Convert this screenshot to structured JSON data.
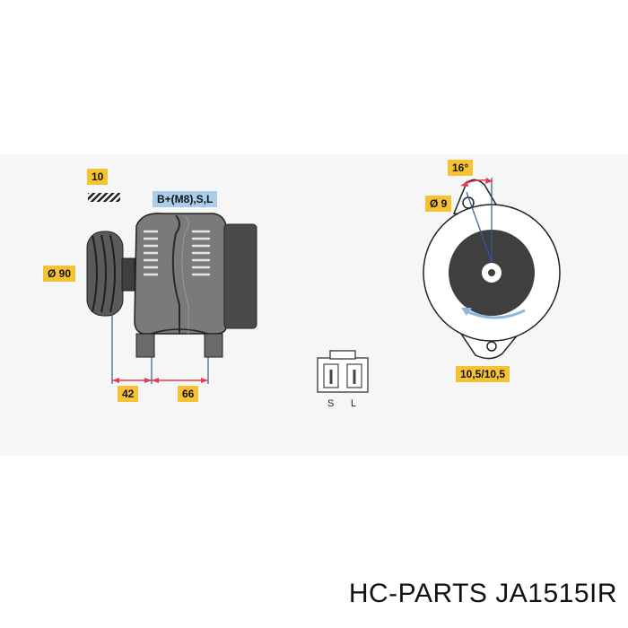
{
  "labels": {
    "thread_spec": "10",
    "terminals": "B+(M8),S,L",
    "pulley_diameter": "Ø 90",
    "dim_a": "42",
    "dim_b": "66",
    "angle": "16°",
    "hole_diameter": "Ø 9",
    "mount_spacing": "10,5/10,5",
    "plug_s": "S",
    "plug_l": "L"
  },
  "footer": {
    "part_number": "HC-PARTS JA1515IR"
  },
  "colors": {
    "tag_yellow": "#f4c233",
    "tag_blue": "#a9cdeb",
    "dim_line": "#e8385a",
    "guide_line": "#2f5aa0",
    "body_gray": "#707070",
    "dark_gray": "#4a4a4a"
  }
}
